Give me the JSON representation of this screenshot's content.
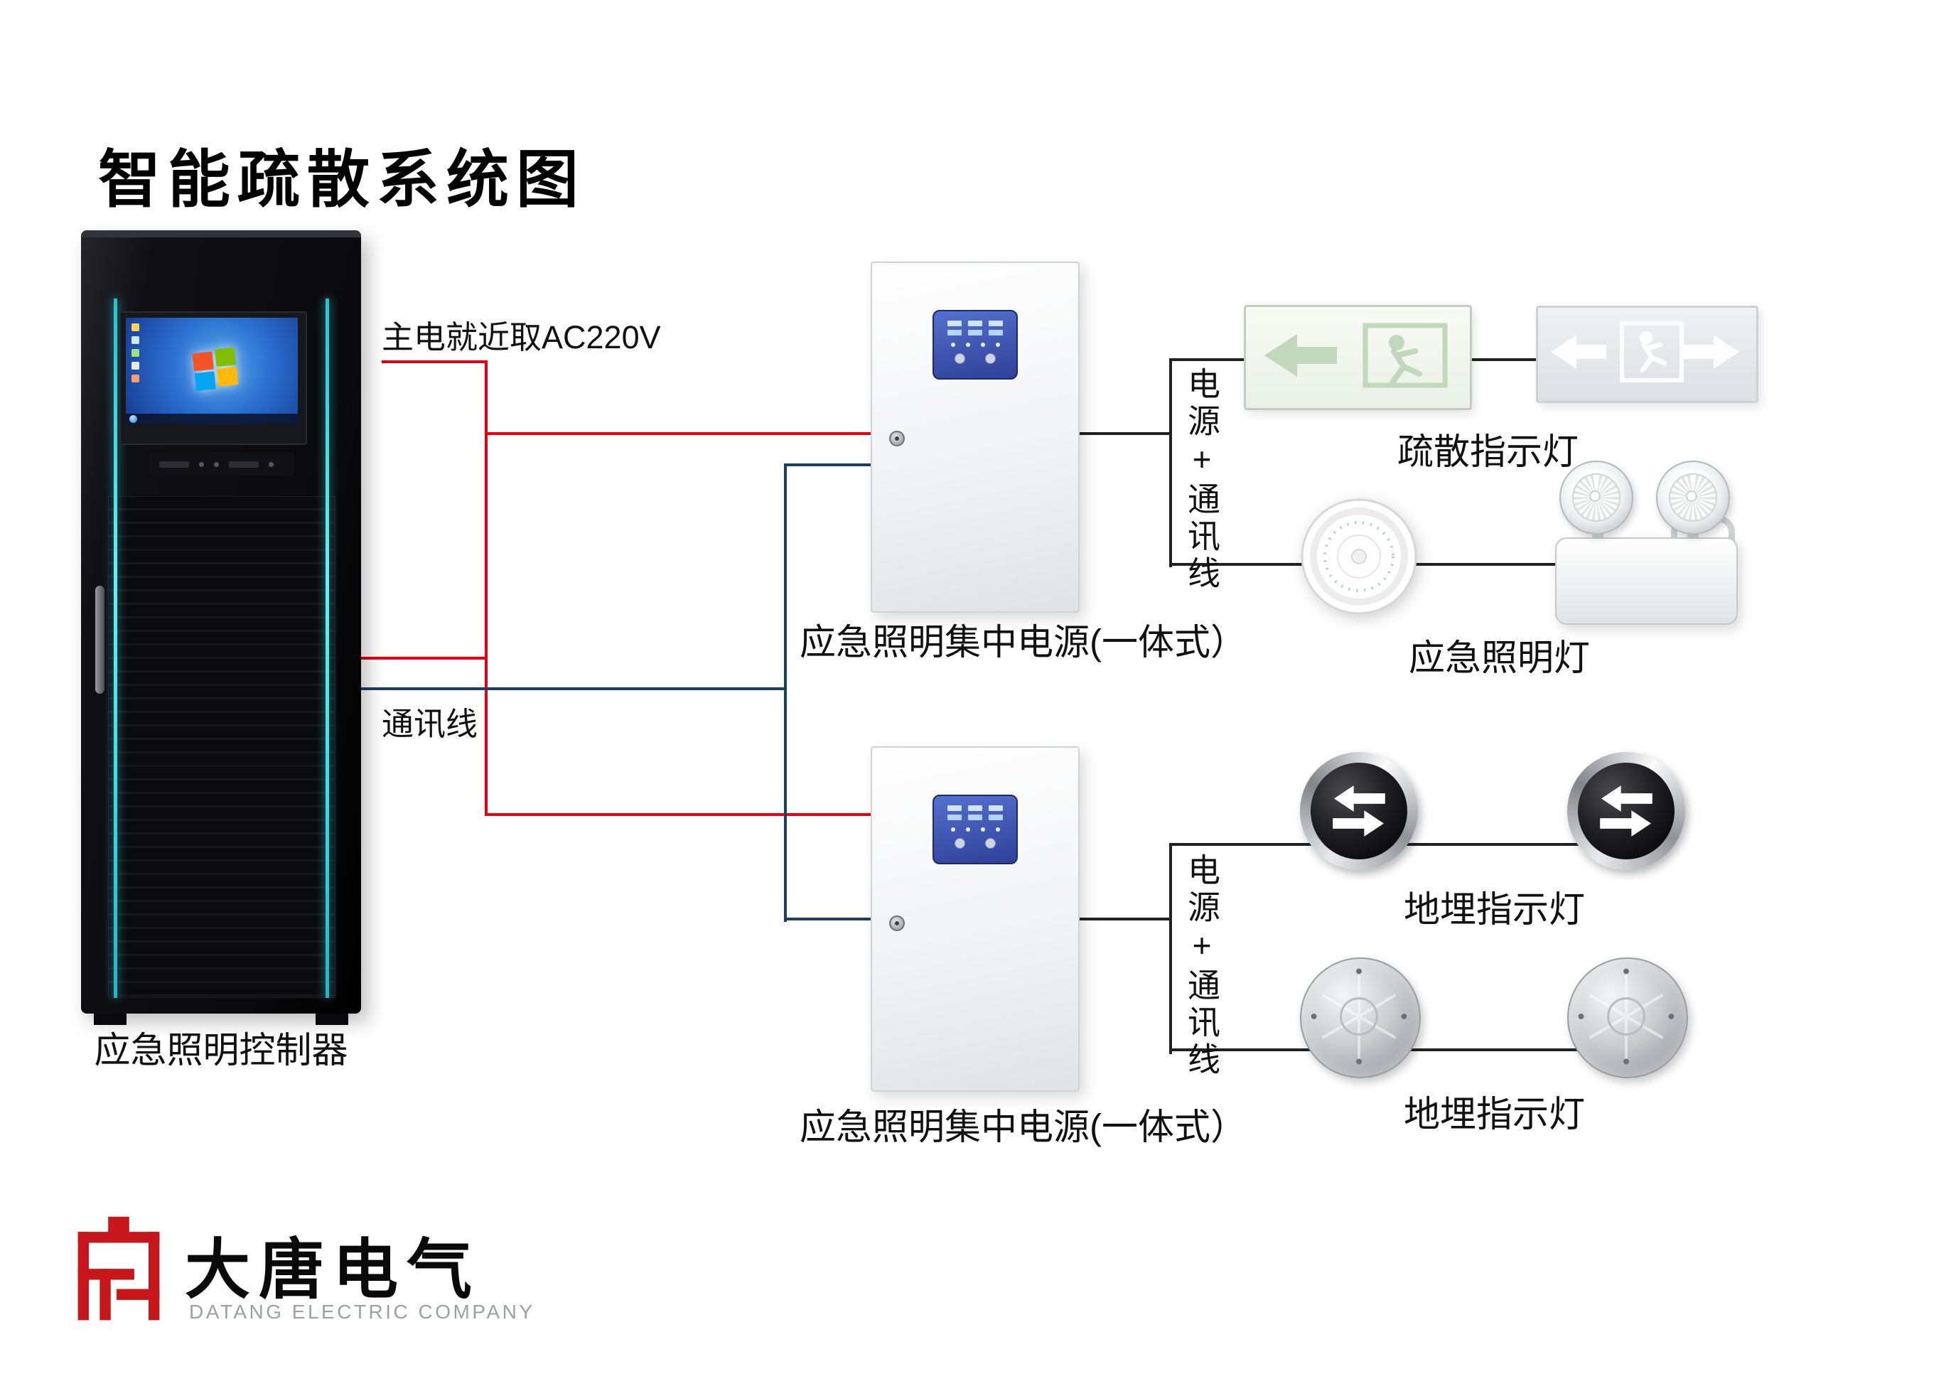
{
  "title": "智能疏散系统图",
  "controller": {
    "label": "应急照明控制器"
  },
  "wiring": {
    "main_power": "主电就近取AC220V",
    "comm": "通讯线",
    "branch_top": "电源+通讯线",
    "branch_bottom": "电源+通讯线"
  },
  "power_supplies": [
    {
      "label": "应急照明集中电源(一体式）"
    },
    {
      "label": "应急照明集中电源(一体式）"
    }
  ],
  "device_groups": [
    {
      "label": "疏散指示灯"
    },
    {
      "label": "应急照明灯"
    },
    {
      "label": "地埋指示灯"
    },
    {
      "label": "地埋指示灯"
    }
  ],
  "logo": {
    "company": "大唐电气",
    "company_en": "DATANG ELECTRIC COMPANY"
  },
  "icons": {
    "exit_sign": "running-man-exit-icon",
    "buried_black": "swap-arrows-icon",
    "seal": "datang-seal-icon"
  },
  "colors": {
    "power_line": "#e60012",
    "comm_line": "#1c3f66",
    "connector_line": "#222222",
    "cabinet_accent": "#3adde9",
    "panel_blue": "#3a55b4",
    "logo_red": "#c8161d"
  }
}
